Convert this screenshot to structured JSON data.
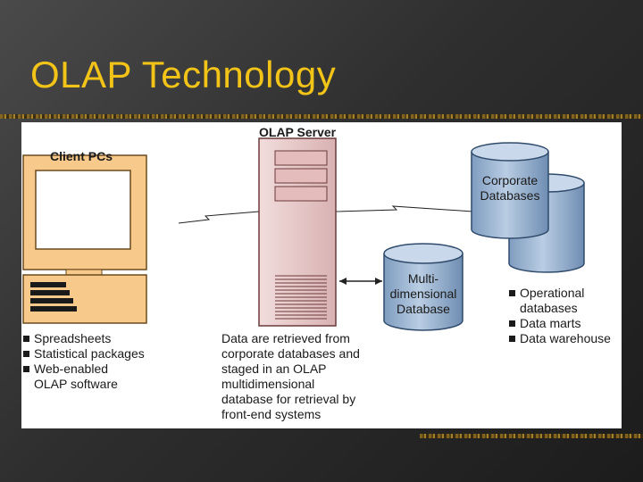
{
  "slide": {
    "title": "OLAP Technology"
  },
  "diagram": {
    "client": {
      "heading": "Client PCs",
      "bullets": [
        "Spreadsheets",
        "Statistical packages",
        "Web-enabled"
      ],
      "bullet_continuation": "OLAP software"
    },
    "server": {
      "heading": "OLAP Server",
      "description": [
        "Data are retrieved from",
        "corporate databases and",
        "staged in an OLAP",
        "multidimensional",
        "database for retrieval by",
        "front-end systems"
      ]
    },
    "multidimensional_db": {
      "label": [
        "Multi-",
        "dimensional",
        "Database"
      ]
    },
    "corporate_db": {
      "label": [
        "Corporate",
        "Databases"
      ],
      "bullets": [
        "Operational",
        "Data marts",
        "Data warehouse"
      ],
      "bullet_continuation": "databases"
    },
    "colors": {
      "title": "#f2c418",
      "pc_fill": "#f7c98a",
      "server_fill": "#e9c9c9",
      "db_fill": "#9bb6d3"
    }
  }
}
